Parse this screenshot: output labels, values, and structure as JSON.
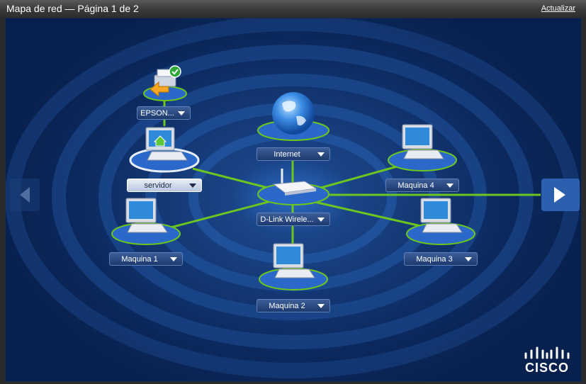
{
  "window": {
    "title": "Mapa de red — Página 1 de 2",
    "refresh_link": "Actualizar"
  },
  "nodes": {
    "printer": {
      "label": "EPSON...",
      "icon": "printer-shared-icon",
      "status_icon": "checkmark-icon"
    },
    "server": {
      "label": "servidor",
      "icon": "computer-home-icon"
    },
    "internet": {
      "label": "Internet",
      "icon": "globe-icon"
    },
    "router": {
      "label": "D-Link Wirele...",
      "icon": "router-icon"
    },
    "maquina1": {
      "label": "Maquina 1",
      "icon": "computer-icon"
    },
    "maquina2": {
      "label": "Maquina 2",
      "icon": "computer-icon"
    },
    "maquina3": {
      "label": "Maquina 3",
      "icon": "computer-icon"
    },
    "maquina4": {
      "label": "Maquina 4",
      "icon": "computer-icon"
    }
  },
  "navigation": {
    "prev_icon": "arrow-left-icon",
    "next_icon": "arrow-right-icon"
  },
  "brand": {
    "name": "CISCO",
    "icon": "cisco-logo-icon"
  },
  "colors": {
    "link_line": "#6cc61f",
    "background": "#0c2a60",
    "label_bg": "#2a4a84"
  }
}
